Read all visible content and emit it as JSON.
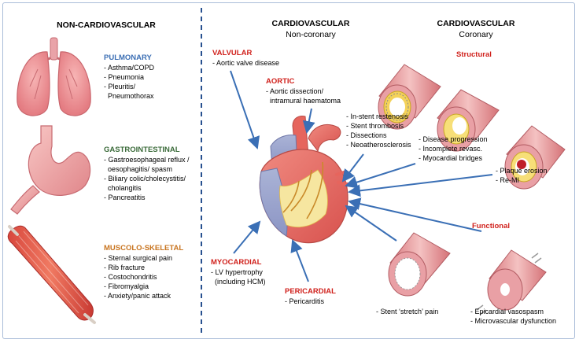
{
  "colors": {
    "pulmonary": "#3c6fb4",
    "gastro": "#3b6b3a",
    "muscolo": "#c8741f",
    "red": "#d0211c",
    "arrow": "#3a6fb5",
    "divider": "#27508f"
  },
  "headers": {
    "non_cardio": "NON-CARDIOVASCULAR",
    "cardio_noncor_title": "CARDIOVASCULAR",
    "cardio_noncor_sub": "Non-coronary",
    "cardio_cor_title": "CARDIOVASCULAR",
    "cardio_cor_sub": "Coronary"
  },
  "non_cardiovascular": {
    "pulmonary": {
      "title": "PULMONARY",
      "items": [
        "- Asthma/COPD",
        "- Pneumonia",
        "- Pleuritis/",
        "  Pneumothorax"
      ],
      "icon": "lungs-icon"
    },
    "gastro": {
      "title": "GASTROINTESTINAL",
      "items": [
        "- Gastroesophageal reflux /",
        "  oesophagitis/ spasm",
        "- Biliary colic/cholecystitis/",
        "  cholangitis",
        "- Pancreatitis"
      ],
      "icon": "stomach-icon"
    },
    "muscolo": {
      "title": "MUSCOLO-SKELETAL",
      "items": [
        "- Sternal surgical pain",
        "- Rib fracture",
        "- Costochondritis",
        "- Fibromyalgia",
        "- Anxiety/panic attack"
      ],
      "icon": "muscle-icon"
    }
  },
  "non_coronary": {
    "valvular": {
      "title": "VALVULAR",
      "items": [
        "- Aortic valve disease"
      ]
    },
    "aortic": {
      "title": "AORTIC",
      "items": [
        "- Aortic dissection/",
        "  intramural haematoma"
      ]
    },
    "myocardial": {
      "title": "MYOCARDIAL",
      "items": [
        "- LV hypertrophy",
        "  (including HCM)"
      ]
    },
    "pericardial": {
      "title": "PERICARDIAL",
      "items": [
        "- Pericarditis"
      ]
    }
  },
  "coronary": {
    "structural": "Structural",
    "functional": "Functional",
    "stent_list": [
      "- In-stent restenosis",
      "- Stent thrombosis",
      "- Dissections",
      "- Neoatherosclerosis"
    ],
    "disease_list": [
      "- Disease progression",
      "- Incomplete revasc.",
      "- Myocardial bridges"
    ],
    "plaque_list": [
      "- Plaque erosion",
      "- Re-MI"
    ],
    "stent_stretch": [
      "- Stent ‘stretch’ pain"
    ],
    "vaso_list": [
      "- Epicardial vasospasm",
      "- Microvascular dysfunction"
    ]
  }
}
